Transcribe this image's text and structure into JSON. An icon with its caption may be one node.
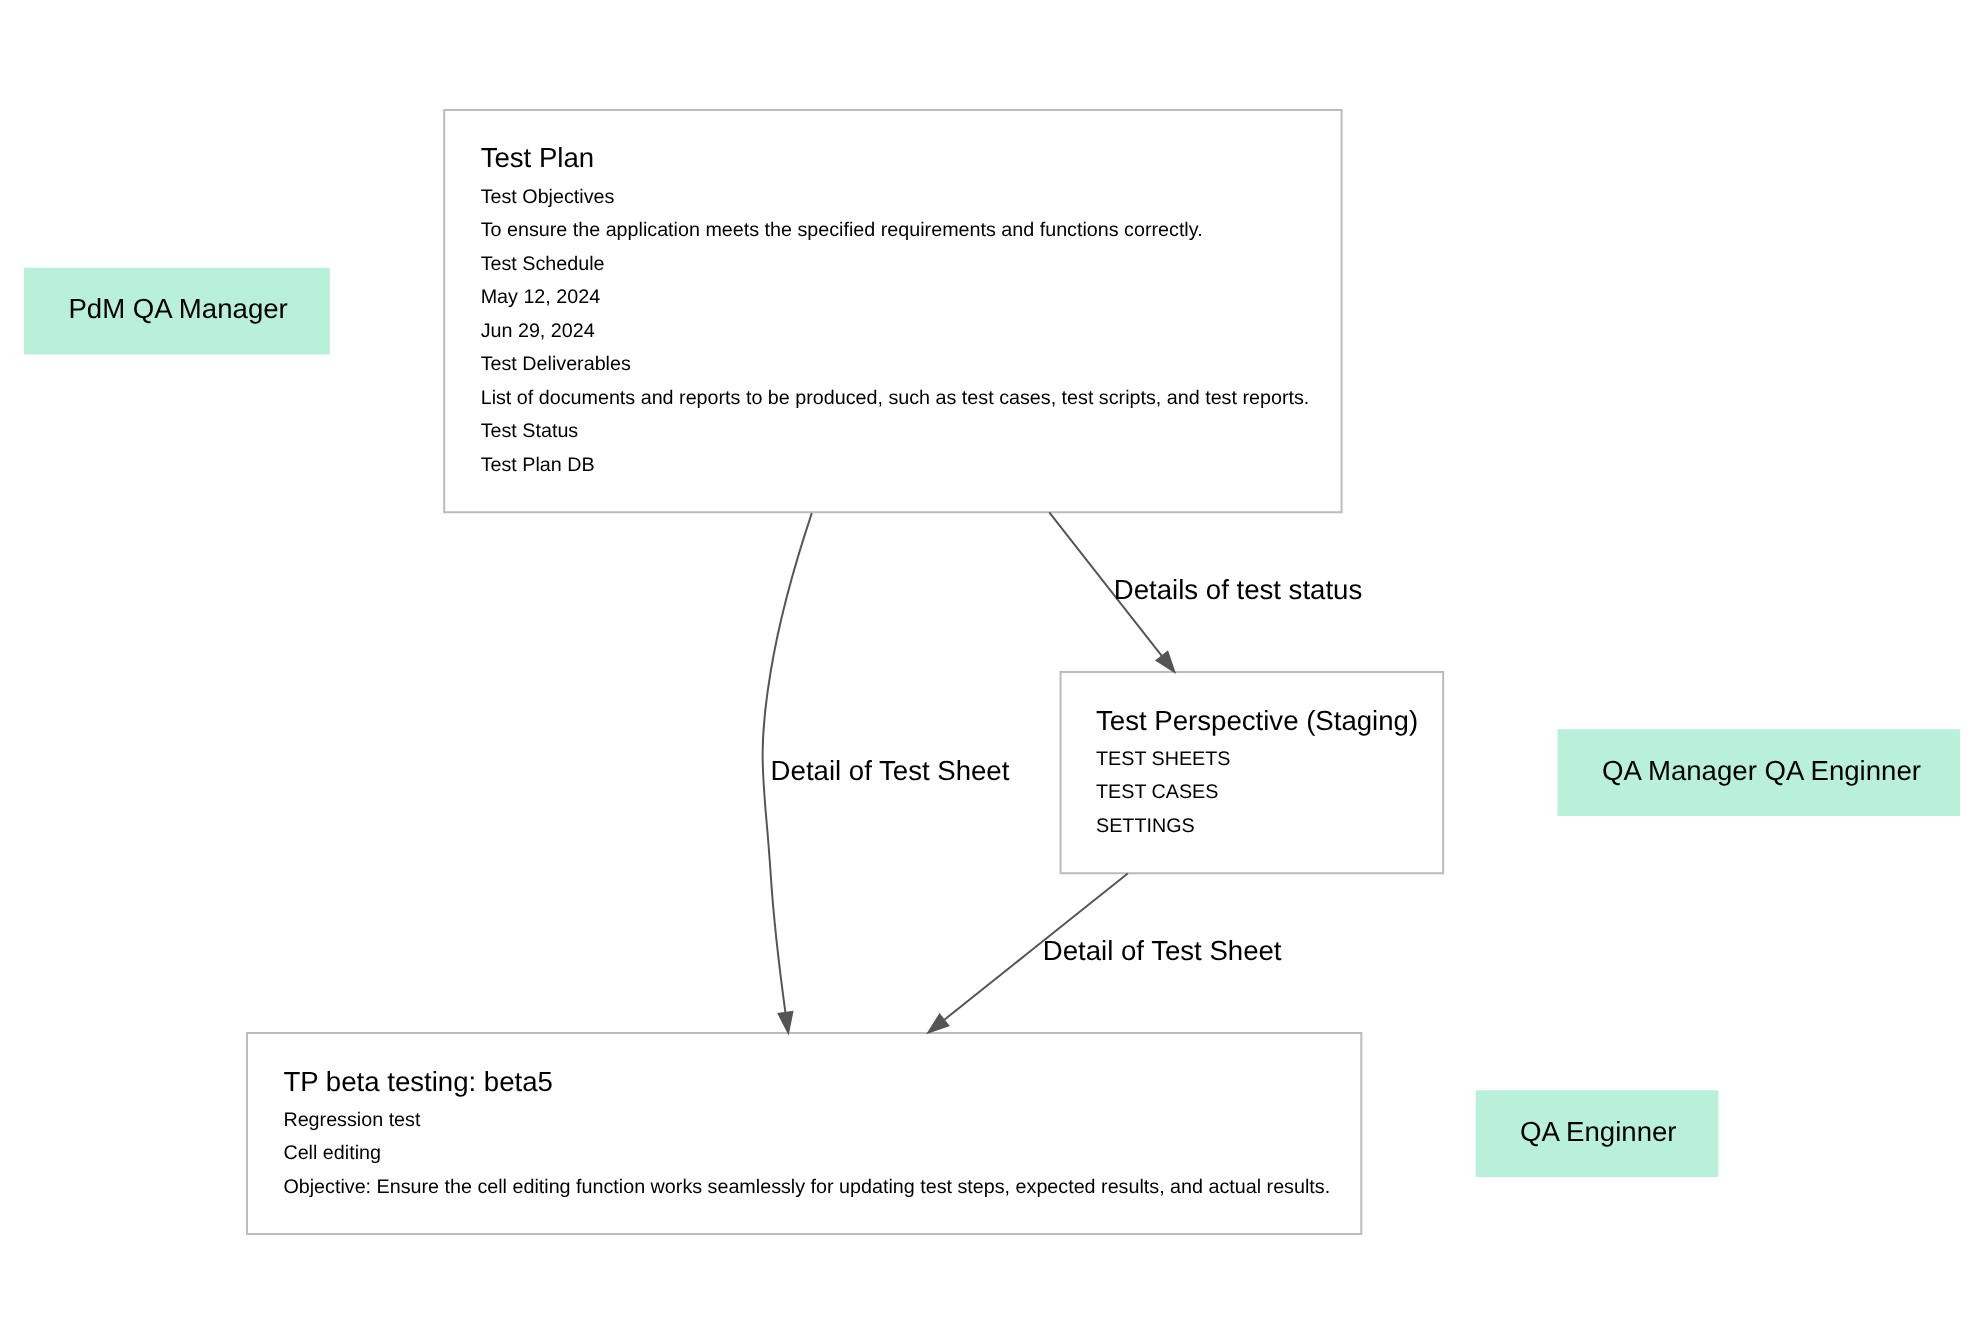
{
  "diagram": {
    "nodes": [
      {
        "text": [
          "PdM QA Manager"
        ]
      },
      {
        "text": [
          "Test Plan",
          "Test Objectives",
          "To ensure the application meets the specified requirements and functions correctly.",
          "Test Schedule",
          "May 12, 2024",
          "Jun 29, 2024",
          "Test Deliverables",
          "List of documents and reports to be produced, such as test cases, test scripts, and test reports.",
          "Test Status",
          "Test Plan DB"
        ]
      },
      {
        "text": [
          "QA Enginner"
        ]
      },
      {
        "text": [
          "TP beta testing: beta5",
          "Regression test",
          "Cell editing",
          "Objective: Ensure the cell editing function works seamlessly for updating test steps, expected results, and actual results."
        ]
      },
      {
        "text": [
          "QA Manager QA Enginner"
        ]
      },
      {
        "text": [
          "Test Perspective (Staging)",
          "TEST SHEETS",
          "TEST CASES",
          "SETTINGS"
        ]
      }
    ],
    "edges": [
      {
        "from": 1,
        "to": 3,
        "arrow": "to",
        "label": "Detail of Test Sheet"
      },
      {
        "from": 5,
        "to": 3,
        "arrow": "to",
        "label": "Detail of Test Sheet"
      },
      {
        "from": 1,
        "to": 5,
        "arrow": "to",
        "label": "Details of test status"
      }
    ]
  }
}
